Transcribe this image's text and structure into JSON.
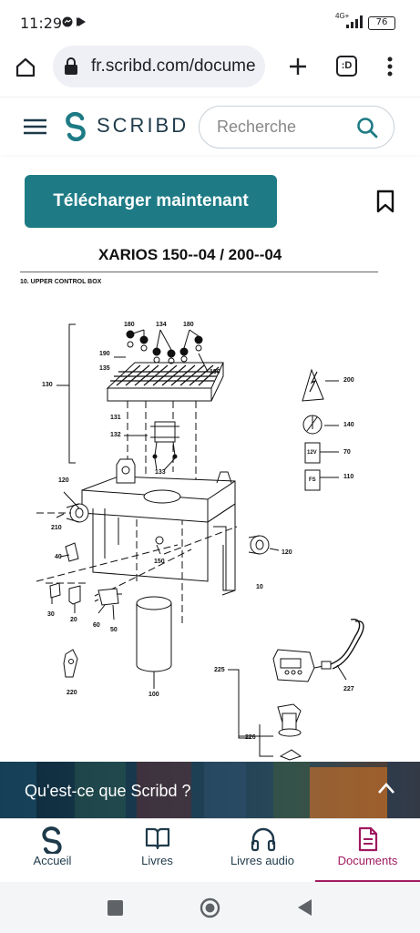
{
  "status_bar": {
    "time": "11:29",
    "network_label": "4G+",
    "battery": "76"
  },
  "browser": {
    "url": "fr.scribd.com/docume",
    "tab_count": ":D"
  },
  "scribd_header": {
    "logo_text": "SCRIBD",
    "search_placeholder": "Recherche"
  },
  "download_button_label": "Télécharger maintenant",
  "document": {
    "title": "XARIOS 150--04 / 200--04",
    "section": "10. UPPER CONTROL BOX",
    "part_labels": {
      "l180a": "180",
      "l134": "134",
      "l180b": "180",
      "l190a": "190",
      "l135": "135",
      "l190b": "190",
      "l130": "130",
      "l131": "131",
      "l132": "132",
      "l133": "133",
      "l120a": "120",
      "l210": "210",
      "l40": "40",
      "l150": "150",
      "l120b": "120",
      "l10": "10",
      "l30": "30",
      "l20": "20",
      "l60": "60",
      "l50": "50",
      "l220": "220",
      "l100": "100",
      "l200": "200",
      "l140": "140",
      "l70": "70",
      "l110": "110",
      "l225": "225",
      "l227": "227",
      "l226": "226"
    },
    "symbol_12v": "12V",
    "symbol_fs": "FS"
  },
  "promo_banner": {
    "text": "Qu'est-ce que Scribd ?"
  },
  "bottom_nav": {
    "items": [
      {
        "label": "Accueil"
      },
      {
        "label": "Livres"
      },
      {
        "label": "Livres audio"
      },
      {
        "label": "Documents"
      }
    ],
    "active_color": "#a0195f"
  },
  "colors": {
    "accent": "#1e7b85",
    "brand_dark": "#1e3a4a"
  }
}
